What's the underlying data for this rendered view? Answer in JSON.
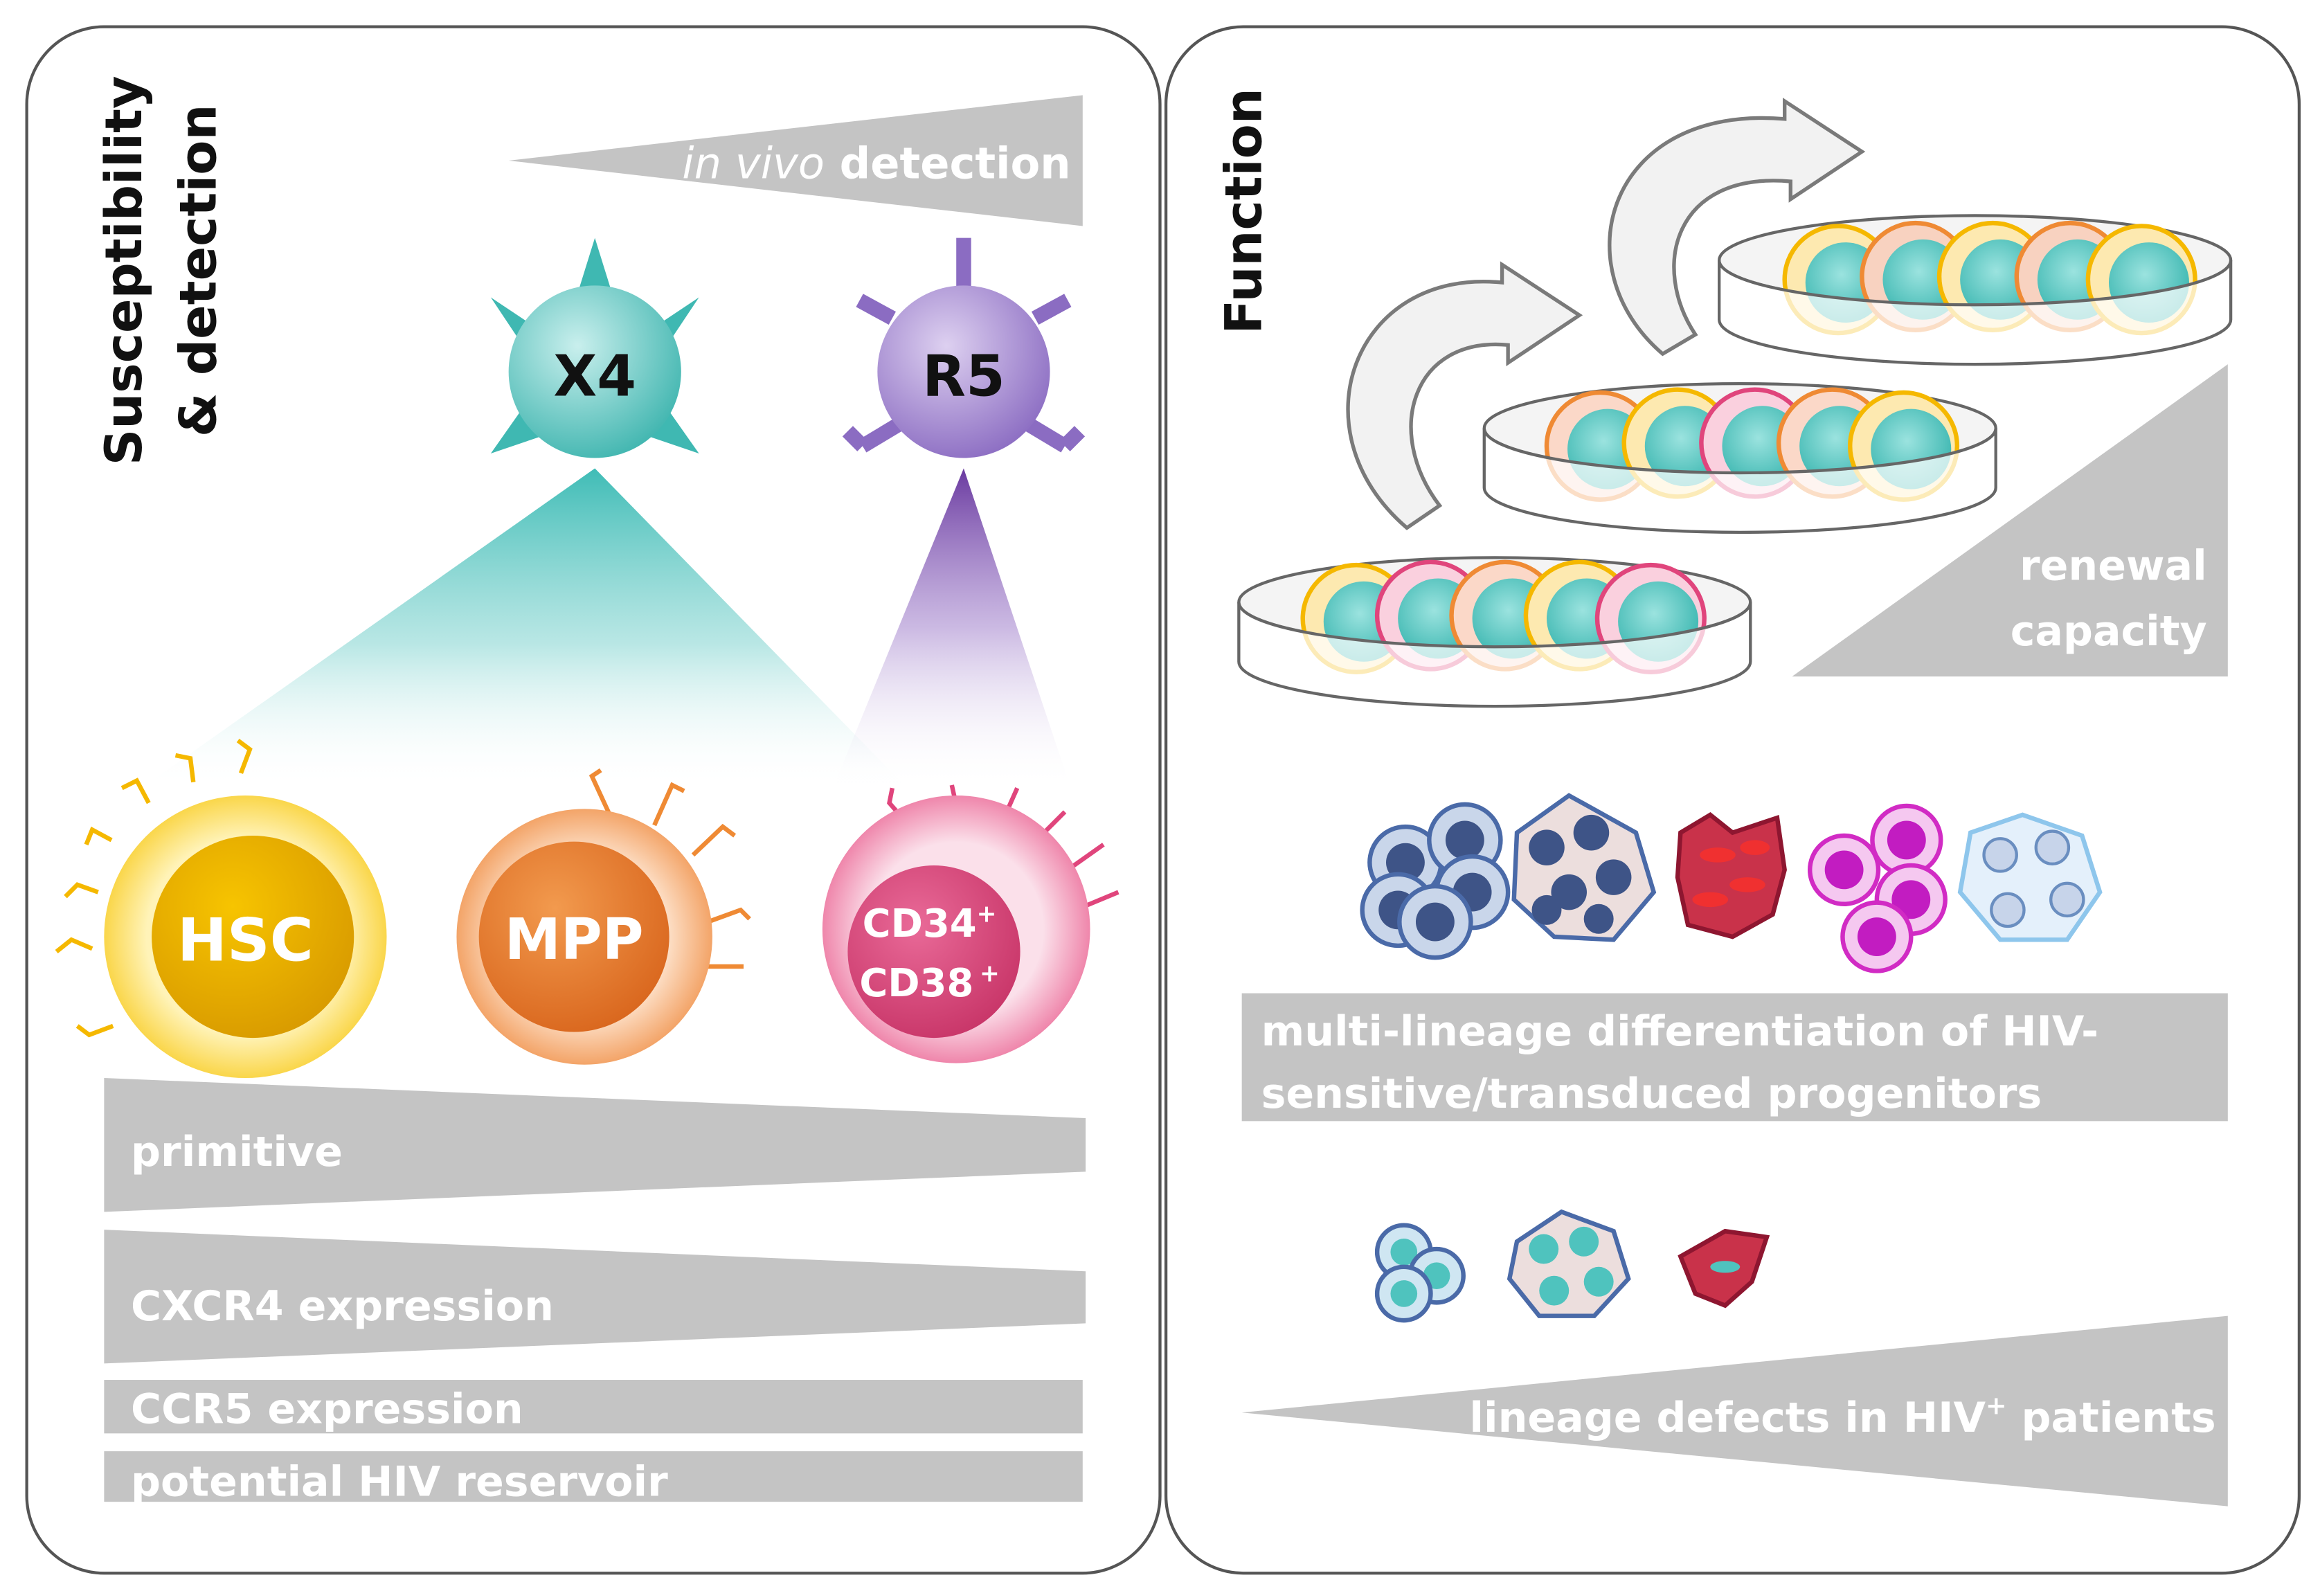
{
  "left_panel": {
    "title_line1": "Susceptibility",
    "title_line2": "& detection",
    "detection_label_italic": "in vivo",
    "detection_label_rest": " detection",
    "virus_x4": "X4",
    "virus_r5": "R5",
    "cell_hsc": "HSC",
    "cell_mpp": "MPP",
    "cell_cd34_main": "CD34",
    "cell_cd34_sup": "+",
    "cell_cd38_main": "CD38",
    "cell_cd38_sup": "+",
    "bar_primitive": "primitive",
    "bar_cxcr4": "CXCR4 expression",
    "bar_ccr5": "CCR5 expression",
    "bar_reservoir": "potential HIV reservoir"
  },
  "right_panel": {
    "title": "Function",
    "renewal_line1": "renewal",
    "renewal_line2": "capacity",
    "differentiation_line1": "multi-lineage differentiation of HIV-",
    "differentiation_line2": "sensitive/transduced progenitors",
    "defects_main": "lineage defects in HIV",
    "defects_sup": "+",
    "defects_rest": " patients"
  },
  "colors": {
    "x4_teal": "#4fc3be",
    "r5_purple": "#9a7ccc",
    "hsc_yellow": "#f5b800",
    "mpp_orange": "#ef8a34",
    "cd34_pink": "#e0457c",
    "gray_bar": "#c4c4c4",
    "panel_border": "#555555"
  }
}
